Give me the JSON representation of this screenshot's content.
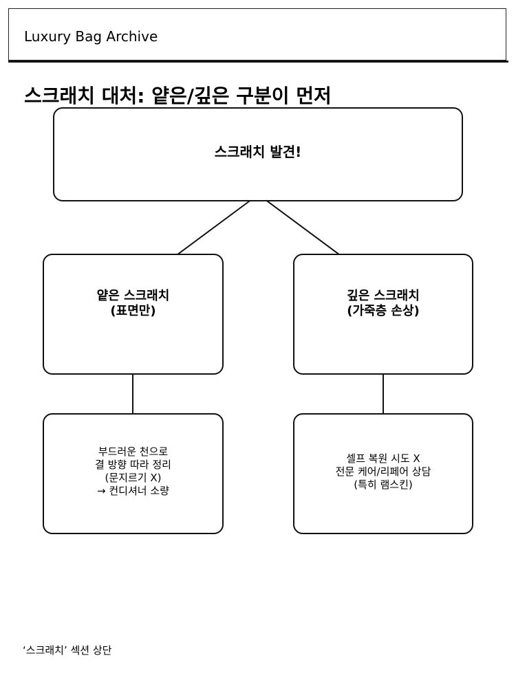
{
  "header": {
    "title": "Luxury Bag Archive"
  },
  "page": {
    "title": "스크래치 대처: 얕은/깊은 구분이 먼저"
  },
  "diagram": {
    "nodes": {
      "root": {
        "label": "스크래치 발견!"
      },
      "shallow": {
        "label": "얕은 스크래치\n(표면만)"
      },
      "deep": {
        "label": "깊은 스크래치\n(가죽층 손상)"
      },
      "shallow_action": {
        "label": "부드러운 천으로\n결 방향 따라 정리\n(문지르기 X)\n→ 컨디셔너 소량"
      },
      "deep_action": {
        "label": "셀프 복원 시도 X\n전문 케어/리페어 상담\n(특히 램스킨)"
      }
    },
    "edges": [
      {
        "from": "root",
        "to": "shallow"
      },
      {
        "from": "root",
        "to": "deep"
      },
      {
        "from": "shallow",
        "to": "shallow_action"
      },
      {
        "from": "deep",
        "to": "deep_action"
      }
    ]
  },
  "footer": {
    "note": "‘스크래치’ 섹션 상단"
  }
}
